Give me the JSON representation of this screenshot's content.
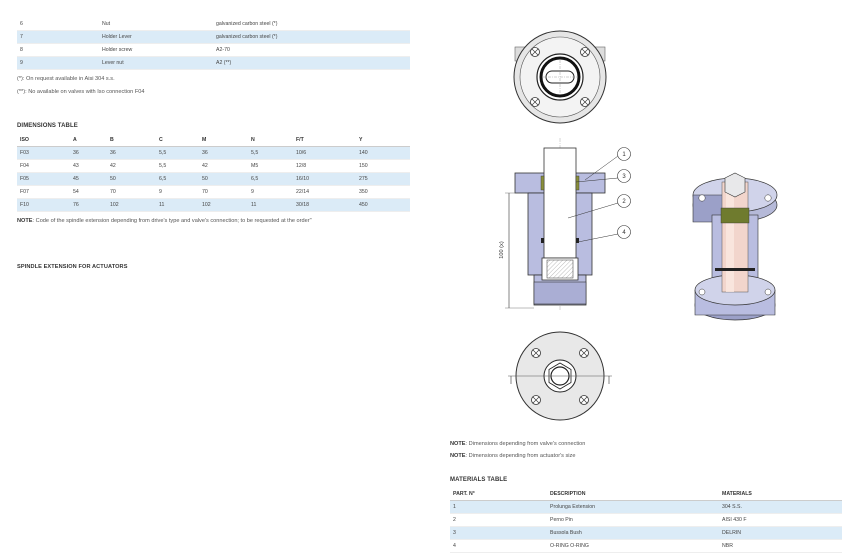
{
  "parts_table": {
    "rows": [
      {
        "n": "6",
        "desc": "Nut",
        "material": "galvanized carbon steel (*)"
      },
      {
        "n": "7",
        "desc": "Holder Lever",
        "material": "galvanized carbon steel  (*)"
      },
      {
        "n": "8",
        "desc": "Holder screw",
        "material": "A2-70"
      },
      {
        "n": "9",
        "desc": "Lever nut",
        "material": "A2 (**)"
      }
    ]
  },
  "footnotes": [
    "(*):  On request available in Aisi 304 s.s.",
    "(**):  No available on valves with Iso connection F04"
  ],
  "dimensions": {
    "title": "DIMENSIONS TABLE",
    "headers": [
      "ISO",
      "A",
      "B",
      "C",
      "M",
      "N",
      "F/T",
      "Y"
    ],
    "rows": [
      [
        "F03",
        "36",
        "36",
        "5,5",
        "36",
        "5,5",
        "10/6",
        "140"
      ],
      [
        "F04",
        "43",
        "42",
        "5,5",
        "42",
        "M5",
        "12/8",
        "150"
      ],
      [
        "F05",
        "45",
        "50",
        "6,5",
        "50",
        "6,5",
        "16/10",
        "275"
      ],
      [
        "F07",
        "54",
        "70",
        "9",
        "70",
        "9",
        "22/14",
        "350"
      ],
      [
        "F10",
        "76",
        "102",
        "11",
        "102",
        "11",
        "30/18",
        "450"
      ]
    ],
    "note_label": "NOTE",
    "note_text": ": Code of the spindle extension depending from drive's type and valve's connection; to be requested at the order\""
  },
  "spindle_title": "SPINDLE EXTENSION FOR ACTUATORS",
  "drawing": {
    "callouts": [
      "1",
      "3",
      "2",
      "4"
    ],
    "dimension_label": "100 (x)"
  },
  "notes_right": [
    {
      "label": "NOTE",
      "text": ": Dimensions depending from valve's connection"
    },
    {
      "label": "NOTE",
      "text": ": Dimensions depending from actuator's size"
    }
  ],
  "materials": {
    "title": "MATERIALS TABLE",
    "headers": [
      "PART. N°",
      "DESCRIPTION",
      "MATERIALS"
    ],
    "rows": [
      [
        "1",
        "Prolunga  Extension",
        "304 S.S."
      ],
      [
        "2",
        "Perno   Pin",
        "AISI 430 F"
      ],
      [
        "3",
        "Bussola   Bush",
        "DELRIN"
      ],
      [
        "4",
        "O-RING   O-RING",
        "NBR"
      ]
    ]
  },
  "colors": {
    "row_highlight": "#dbebf7",
    "part_blue": "#b9bde0",
    "pin_pink": "#f2d5cc",
    "bush_olive": "#6f7b2e"
  }
}
